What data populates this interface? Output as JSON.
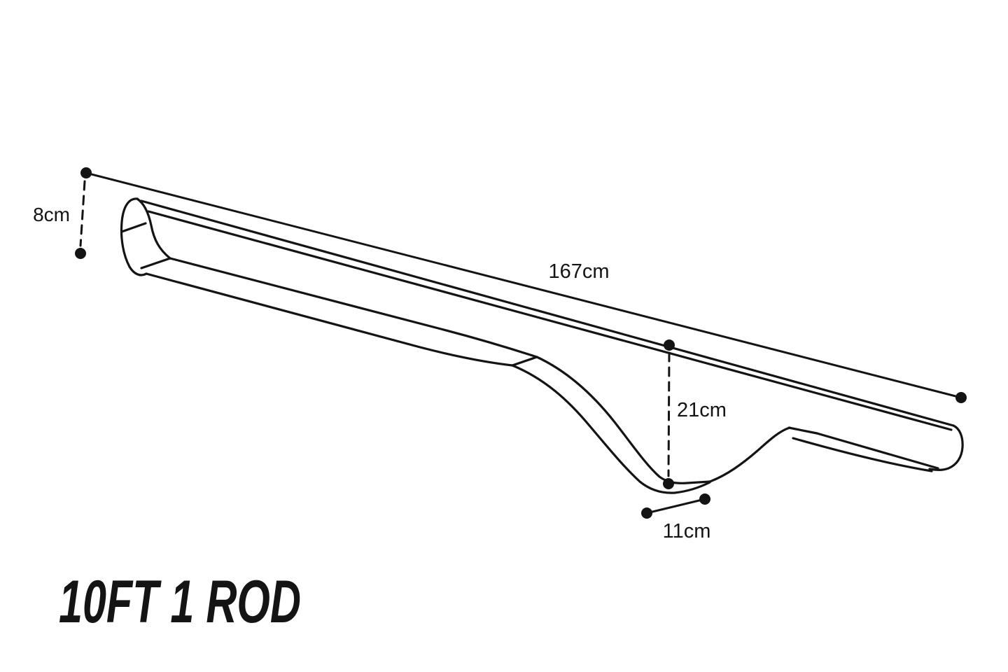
{
  "page": {
    "background": "#ffffff"
  },
  "diagram": {
    "ink_color": "#141414",
    "title": "10FT 1 ROD",
    "labels": {
      "length": "167cm",
      "end_height": "8cm",
      "drop_depth": "21cm",
      "base_width": "11cm"
    }
  }
}
